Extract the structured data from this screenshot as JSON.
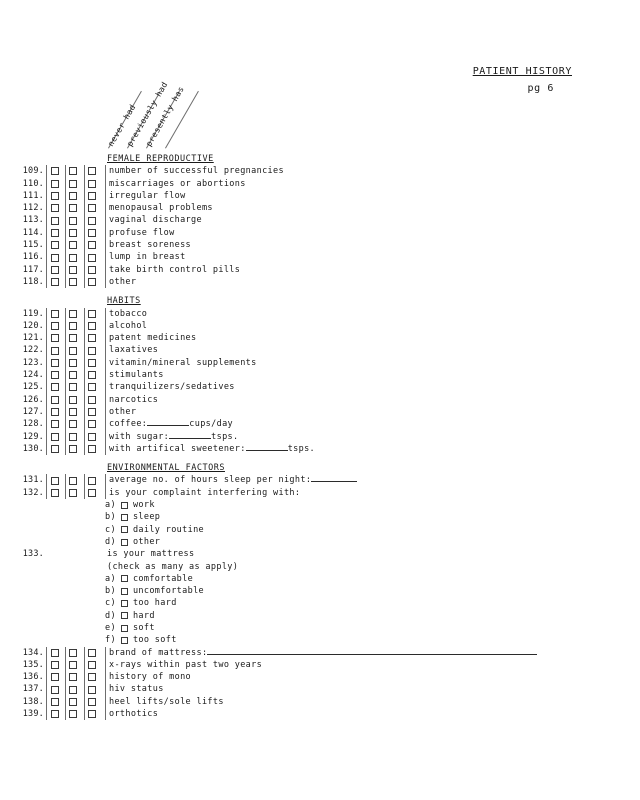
{
  "header": {
    "title": "PATIENT HISTORY",
    "page": "pg 6"
  },
  "columns": [
    {
      "label": "never had"
    },
    {
      "label": "previously had"
    },
    {
      "label": "presently has"
    }
  ],
  "sections": [
    {
      "heading": "FEMALE REPRODUCTIVE",
      "rows": [
        {
          "num": "109.",
          "label": "number of successful pregnancies"
        },
        {
          "num": "110.",
          "label": "miscarriages or abortions"
        },
        {
          "num": "111.",
          "label": "irregular flow"
        },
        {
          "num": "112.",
          "label": "menopausal problems"
        },
        {
          "num": "113.",
          "label": "vaginal discharge"
        },
        {
          "num": "114.",
          "label": "profuse flow"
        },
        {
          "num": "115.",
          "label": "breast soreness"
        },
        {
          "num": "116.",
          "label": "lump in breast"
        },
        {
          "num": "117.",
          "label": "take birth control pills"
        },
        {
          "num": "118.",
          "label": "other"
        }
      ]
    },
    {
      "heading": "HABITS",
      "rows": [
        {
          "num": "119.",
          "label": "tobacco"
        },
        {
          "num": "120.",
          "label": "alcohol"
        },
        {
          "num": "121.",
          "label": "patent medicines"
        },
        {
          "num": "122.",
          "label": "laxatives"
        },
        {
          "num": "123.",
          "label": "vitamin/mineral supplements"
        },
        {
          "num": "124.",
          "label": "stimulants"
        },
        {
          "num": "125.",
          "label": "tranquilizers/sedatives"
        },
        {
          "num": "126.",
          "label": "narcotics"
        },
        {
          "num": "127.",
          "label": "other"
        },
        {
          "num": "128.",
          "pre": "coffee:",
          "blank": "short",
          "post": "cups/day"
        },
        {
          "num": "129.",
          "pre": "with sugar:",
          "blank": "short",
          "post": "tsps."
        },
        {
          "num": "130.",
          "pre": "with artifical sweetener:",
          "blank": "short",
          "post": "tsps."
        }
      ]
    },
    {
      "heading": "ENVIRONMENTAL FACTORS",
      "rows": [
        {
          "num": "131.",
          "pre": "average no. of hours sleep per night:",
          "blank": "med",
          "post": ""
        },
        {
          "num": "132.",
          "label": "is your complaint interfering with:"
        },
        {
          "sub": true,
          "marker": "a)",
          "label": "work"
        },
        {
          "sub": true,
          "marker": "b)",
          "label": "sleep"
        },
        {
          "sub": true,
          "marker": "c)",
          "label": "daily routine"
        },
        {
          "sub": true,
          "marker": "d)",
          "label": "other"
        },
        {
          "num": "133.",
          "label": "is your mattress",
          "noboxes": true
        },
        {
          "plain": true,
          "label": "(check as many as apply)"
        },
        {
          "sub": true,
          "marker": "a)",
          "label": "comfortable"
        },
        {
          "sub": true,
          "marker": "b)",
          "label": "uncomfortable"
        },
        {
          "sub": true,
          "marker": "c)",
          "label": "too hard"
        },
        {
          "sub": true,
          "marker": "d)",
          "label": "hard"
        },
        {
          "sub": true,
          "marker": "e)",
          "label": "soft"
        },
        {
          "sub": true,
          "marker": "f)",
          "label": "too soft"
        },
        {
          "num": "134.",
          "pre": "brand of mattress:",
          "blank": "long",
          "post": ""
        },
        {
          "num": "135.",
          "label": "x-rays within past two years"
        },
        {
          "num": "136.",
          "label": "history of mono"
        },
        {
          "num": "137.",
          "label": "hiv status"
        },
        {
          "num": "138.",
          "label": "heel lifts/sole lifts"
        },
        {
          "num": "139.",
          "label": "orthotics"
        }
      ]
    }
  ]
}
